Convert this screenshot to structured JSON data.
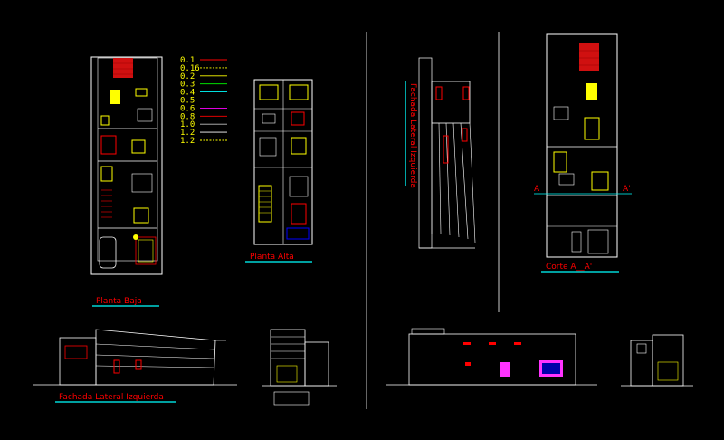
{
  "labels": {
    "planta_baja": "Planta Baja",
    "planta_alta": "Planta Alta",
    "fachada_lateral_izq_vertical": "Fachada Lateral Izquierda",
    "fachada_lateral_izq_bottom": "Fachada Lateral Izquierda",
    "corte": "Corte A__A'",
    "section_mark_left": "A",
    "section_mark_right": "A'"
  },
  "line_weights": [
    "0.1",
    "0.16",
    "0.2",
    "0.3",
    "0.4",
    "0.5",
    "0.6",
    "0.8",
    "1.0",
    "1.2",
    "1.2"
  ],
  "colors": {
    "background": "#000000",
    "outline": "#ffffff",
    "accent_red": "#ff0000",
    "accent_cyan": "#00ffff",
    "accent_yellow": "#ffff00",
    "line_weight_colors": [
      "#ff0000",
      "#ffff00",
      "#ffff00",
      "#00ff00",
      "#00ffff",
      "#0000ff",
      "#ff00ff",
      "#ff0000",
      "#c0c0c0",
      "#ffffff",
      "#ffff00"
    ]
  }
}
